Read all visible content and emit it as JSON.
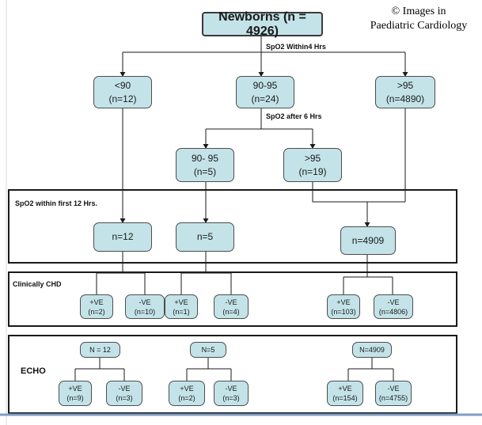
{
  "watermark": {
    "line1": "© Images in",
    "line2": "Paediatric Cardiology"
  },
  "root": {
    "label": "Newborns (n = 4926)"
  },
  "edge_labels": {
    "within4": "SpO2 Within4 Hrs",
    "after6": "SpO2 after 6 Hrs"
  },
  "level1": {
    "lt90": {
      "range": "<90",
      "count": "(n=12)"
    },
    "r9095": {
      "range": "90-95",
      "count": "(n=24)"
    },
    "gt95": {
      "range": ">95",
      "count": "(n=4890)"
    }
  },
  "level2": {
    "r9095": {
      "range": "90- 95",
      "count": "(n=5)"
    },
    "gt95": {
      "range": ">95",
      "count": "(n=19)"
    }
  },
  "sections": {
    "spo2_12": "SpO2  within first 12 Hrs.",
    "clinical": "Clinically CHD",
    "echo": "ECHO"
  },
  "level3": {
    "a": "n=12",
    "b": "n=5",
    "c": "n=4909"
  },
  "clinical": {
    "a_pos": {
      "sign": "+VE",
      "count": "(n=2)"
    },
    "a_neg": {
      "sign": "-VE",
      "count": "(n=10)"
    },
    "b_pos": {
      "sign": "+VE",
      "count": "(n=1)"
    },
    "b_neg": {
      "sign": "-VE",
      "count": "(n=4)"
    },
    "c_pos": {
      "sign": "+VE",
      "count": "(n=103)"
    },
    "c_neg": {
      "sign": "-VE",
      "count": "(n=4806)"
    }
  },
  "echo": {
    "a_total": "N = 12",
    "b_total": "N=5",
    "c_total": "N=4909",
    "a_pos": {
      "sign": "+VE",
      "count": "(n=9)"
    },
    "a_neg": {
      "sign": "-VE",
      "count": "(n=3)"
    },
    "b_pos": {
      "sign": "+VE",
      "count": "(n=2)"
    },
    "b_neg": {
      "sign": "-VE",
      "count": "(n=3)"
    },
    "c_pos": {
      "sign": "+VE",
      "count": "(n=154)"
    },
    "c_neg": {
      "sign": "-VE",
      "count": "(n=4755)"
    }
  },
  "colors": {
    "node_fill": "#c3e3e8",
    "line": "#1a1a1a",
    "base_line": "#7e9ec4"
  }
}
